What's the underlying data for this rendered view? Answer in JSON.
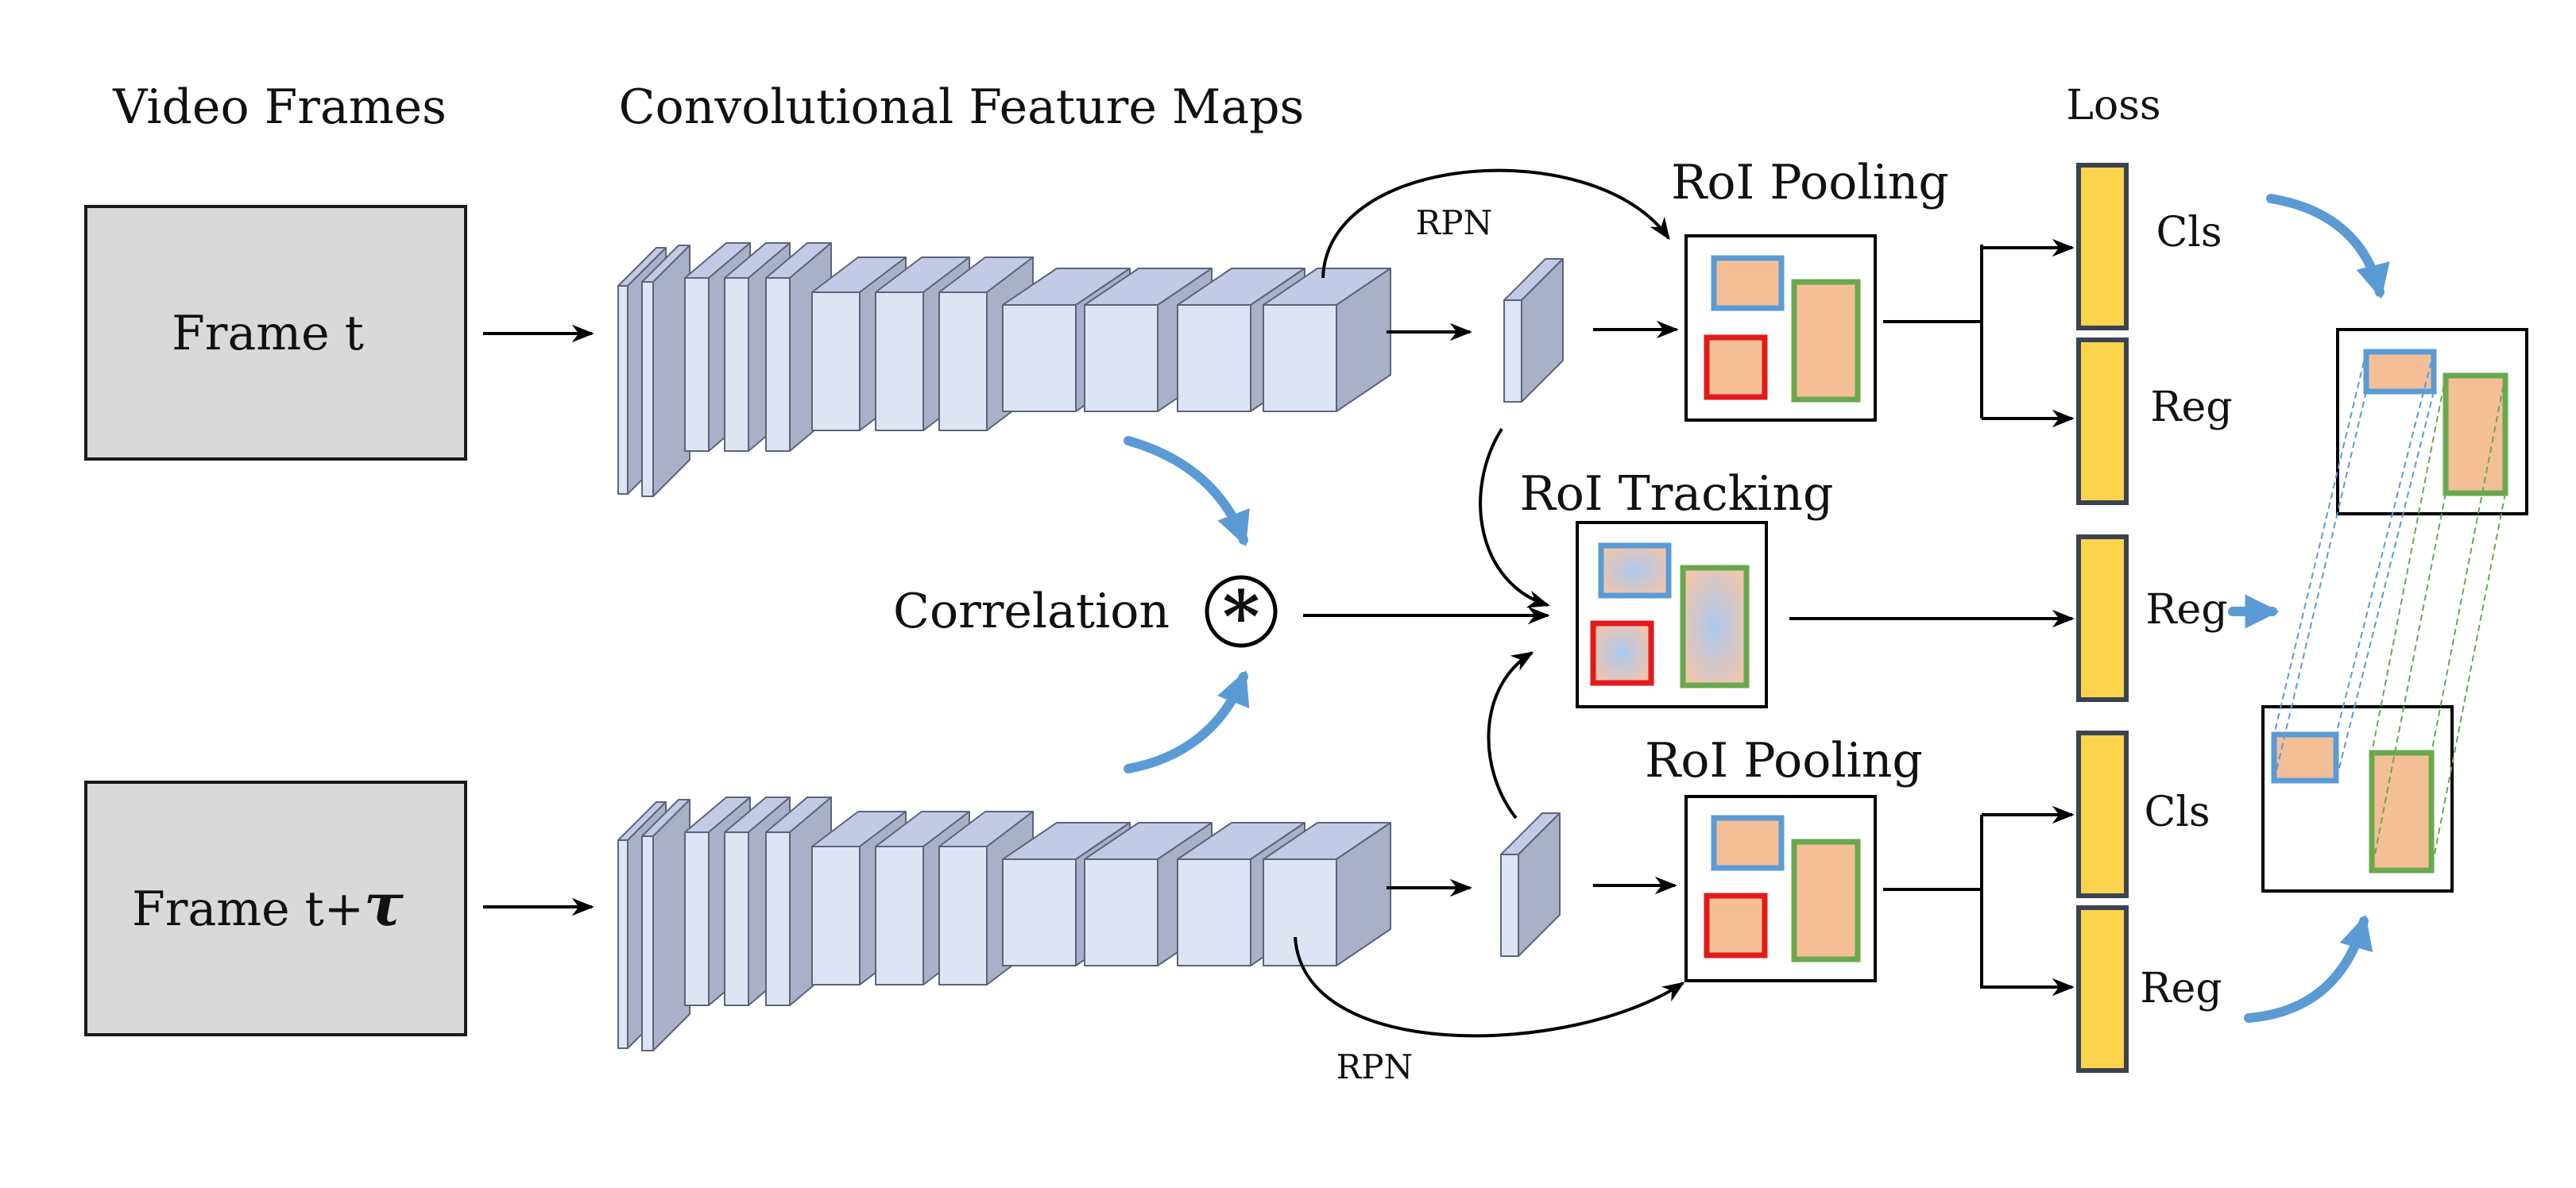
{
  "headers": {
    "video_frames": "Video Frames",
    "conv_feature_maps": "Convolutional Feature Maps",
    "loss": "Loss"
  },
  "frames": {
    "top_label": "Frame t",
    "bottom_label_prefix": "Frame t+",
    "bottom_label_symbol": "τ"
  },
  "labels": {
    "rpn_top": "RPN",
    "rpn_bottom": "RPN",
    "roi_pooling_top": "RoI Pooling",
    "roi_pooling_bottom": "RoI Pooling",
    "roi_tracking": "RoI Tracking",
    "correlation": "Correlation",
    "correlation_symbol": "*"
  },
  "loss_items": [
    "Cls",
    "Reg",
    "Reg",
    "Cls",
    "Reg"
  ],
  "colors": {
    "frame_fill": "#d9d9d9",
    "feature_front": "#dfe4f4",
    "feature_top": "#c3cae6",
    "feature_side": "#a9b0c8",
    "roi_fill": "#f4bf97",
    "roi_blue": "#5a9bd5",
    "roi_green": "#6aa84f",
    "roi_red": "#e31a1c",
    "loss_bar": "#fcd34d",
    "loss_bar_border": "#3b4350",
    "blue_arrow": "#5a9bd5"
  }
}
